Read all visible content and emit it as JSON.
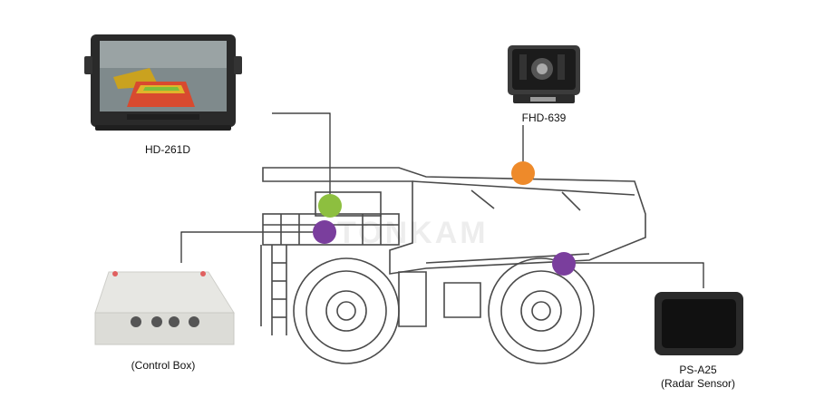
{
  "devices": {
    "monitor": {
      "model": "HD-261D",
      "icon": "monitor-icon"
    },
    "camera": {
      "model": "FHD-639",
      "icon": "camera-icon"
    },
    "control_box": {
      "label": "(Control Box)",
      "icon": "control-box-icon"
    },
    "radar": {
      "model": "PS-A25",
      "caption": "(Radar Sensor)",
      "icon": "radar-sensor-icon"
    }
  },
  "watermark": "TONKAM",
  "marker_colors": {
    "monitor": "#8dbf3f",
    "camera": "#ee8a2a",
    "control_box": "#7a3e9d",
    "radar": "#7a3e9d"
  }
}
